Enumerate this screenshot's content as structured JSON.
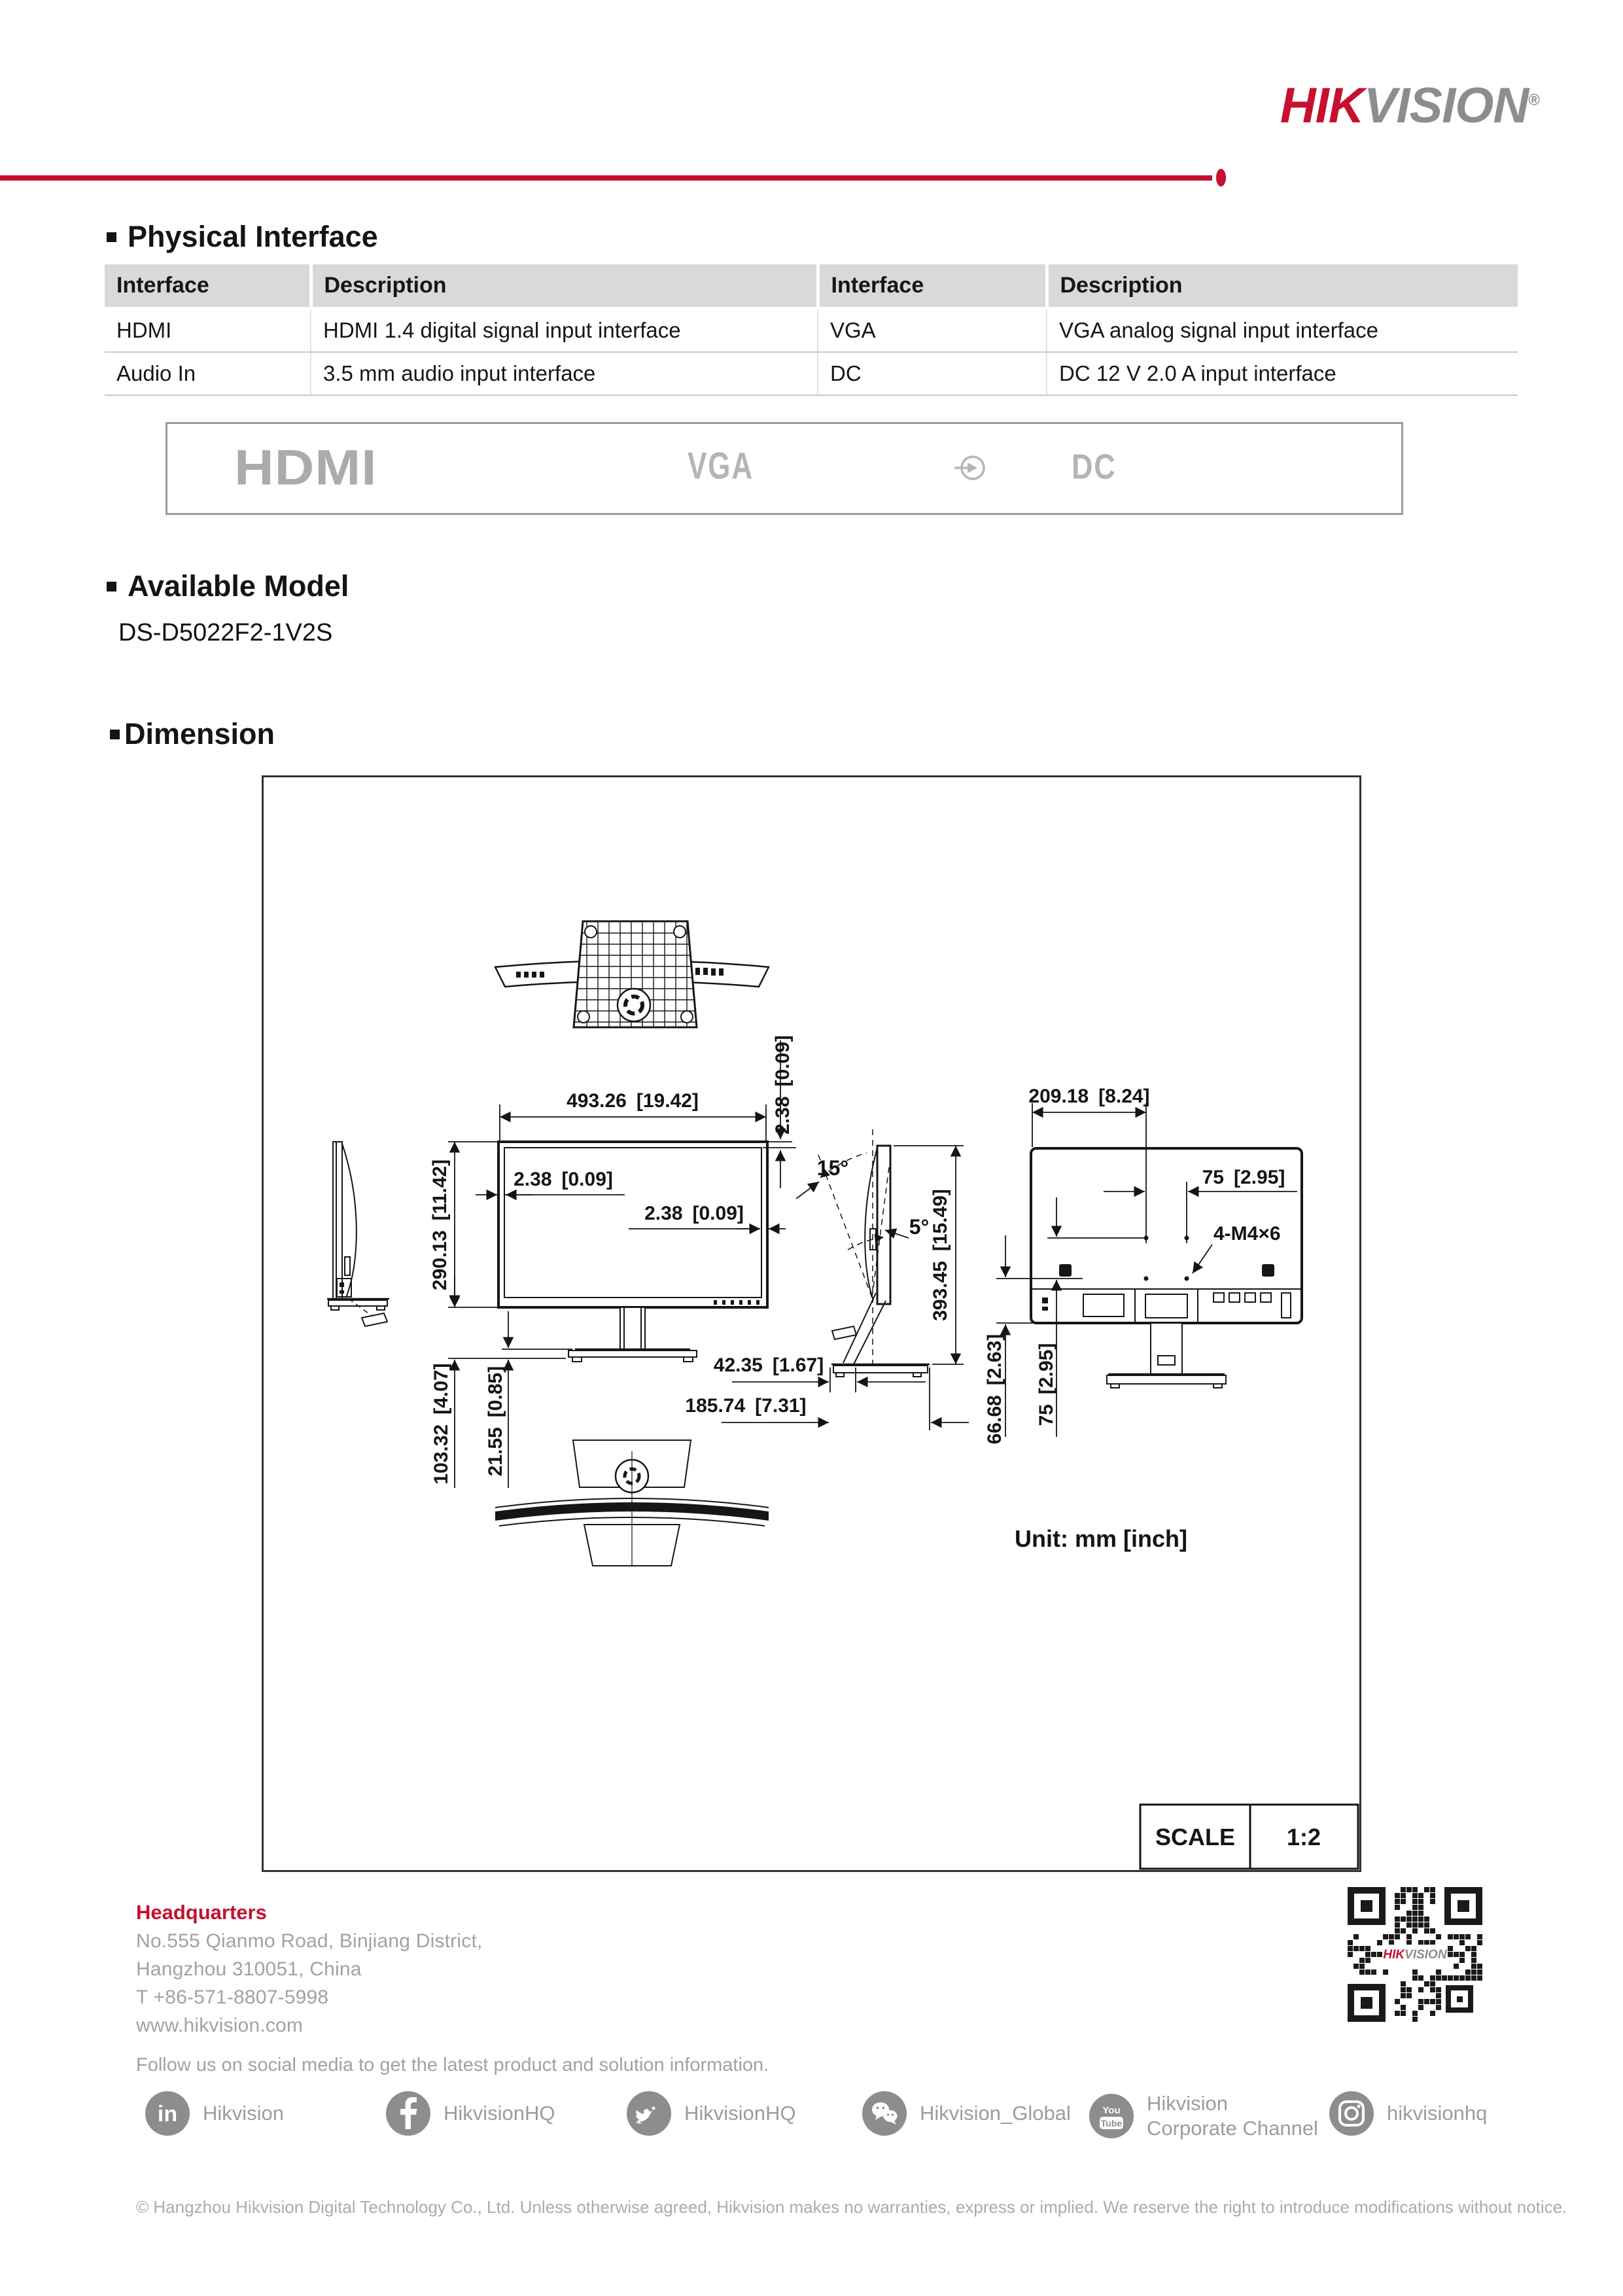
{
  "header": {
    "logo_hik": "HIK",
    "logo_vision": "VISION",
    "logo_reg": "®"
  },
  "sections": {
    "physical_interface": {
      "title": "Physical Interface"
    },
    "available_model": {
      "title": "Available Model",
      "model": "DS-D5022F2-1V2S"
    },
    "dimension": {
      "title": "Dimension"
    }
  },
  "interface_table": {
    "headers": [
      "Interface",
      "Description",
      "Interface",
      "Description"
    ],
    "rows": [
      [
        "HDMI",
        "HDMI 1.4 digital signal input interface",
        "VGA",
        "VGA analog signal input interface"
      ],
      [
        "Audio In",
        "3.5 mm audio input interface",
        "DC",
        "DC 12 V 2.0 A input interface"
      ]
    ]
  },
  "logo_strip": {
    "hdmi": "HDMI",
    "vga": "VGA",
    "dc": "DC"
  },
  "drawing": {
    "labels": {
      "top_bezel": "2.38 [0.09]",
      "front_width": "493.26 [19.42]",
      "rear_width": "209.18 [8.24]",
      "screen_height": "290.13 [11.42]",
      "bezel_left": "2.38 [0.09]",
      "bezel_right": "2.38 [0.09]",
      "tilt_back": "15°",
      "tilt_forward": "5°",
      "total_height": "393.45 [15.49]",
      "vesa_spacing_h": "75 [2.95]",
      "screw_spec": "4-M4×6",
      "stand_height": "103.32 [4.07]",
      "base_thickness": "21.55 [0.85]",
      "stand_depth": "42.35 [1.67]",
      "base_depth": "185.74 [7.31]",
      "vesa_offset_v": "66.68 [2.63]",
      "vesa_spacing_v": "75 [2.95]",
      "unit_note": "Unit: mm [inch]",
      "scale_label": "SCALE",
      "scale_value": "1:2"
    }
  },
  "qr": {
    "center_hik": "HIK",
    "center_vision": "VISION"
  },
  "footer": {
    "headquarters_title": "Headquarters",
    "address_line1": "No.555 Qianmo Road, Binjiang District,",
    "address_line2": "Hangzhou 310051, China",
    "phone": "T +86-571-8807-5998",
    "website": "www.hikvision.com",
    "follow_text": "Follow us on social media to get the latest product and solution information.",
    "social": [
      {
        "name": "linkedin",
        "label": "Hikvision"
      },
      {
        "name": "facebook",
        "label": "HikvisionHQ"
      },
      {
        "name": "twitter",
        "label": "HikvisionHQ"
      },
      {
        "name": "wechat",
        "label": "Hikvision_Global"
      },
      {
        "name": "youtube",
        "label": "Hikvision",
        "label2": "Corporate Channel"
      },
      {
        "name": "instagram",
        "label": "hikvisionhq"
      }
    ],
    "copyright": "© Hangzhou Hikvision Digital Technology Co., Ltd. Unless otherwise agreed, Hikvision makes no warranties, express or implied. We reserve the right to introduce modifications without notice."
  },
  "colors": {
    "brand_red": "#c5102e",
    "logo_gray": "#8b8e90",
    "table_header_bg": "#d9d9d9",
    "footer_text": "#a2a2a2",
    "social_icon_bg": "#8d8d8d",
    "connector_gray": "#b5b5b5"
  }
}
